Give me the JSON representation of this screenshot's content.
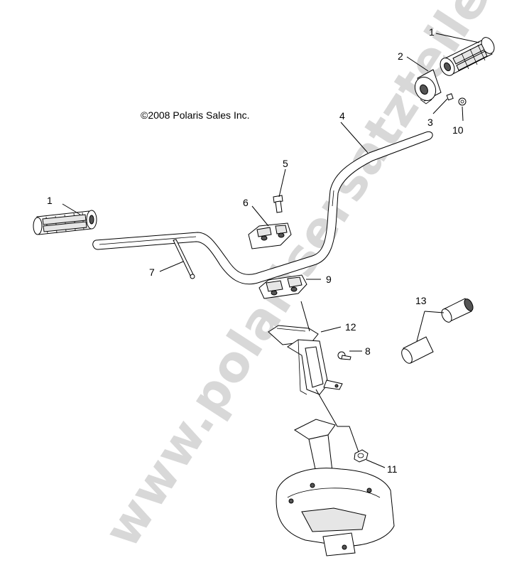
{
  "copyright": "©2008 Polaris Sales Inc.",
  "watermark": "www.polarisersatzteile.de",
  "callouts": {
    "grip_right": "1",
    "warmer": "2",
    "clip": "3",
    "handlebar": "4",
    "bolt": "5",
    "clamp_top": "6",
    "rod": "7",
    "clamp_bottom": "9",
    "grip_left": "1",
    "screw": "8",
    "bracket": "12",
    "nut": "10",
    "nut_lower": "11",
    "plug_set": "13"
  },
  "colors": {
    "line": "#000000",
    "watermark": "#d8d8d8",
    "background": "#ffffff"
  }
}
